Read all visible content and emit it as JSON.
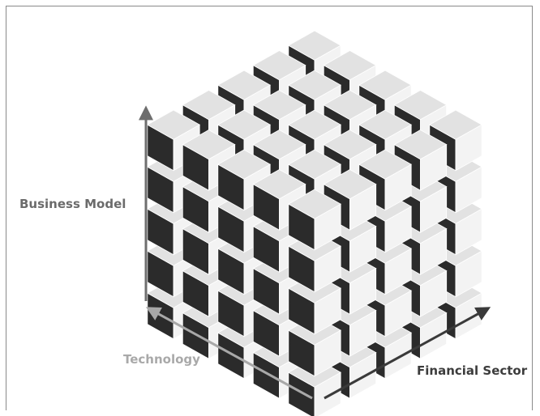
{
  "diagram": {
    "axes": {
      "vertical": "Business Model",
      "left": "Technology",
      "right": "Financial Sector"
    },
    "cube_grid": {
      "rows": 5,
      "cols": 5,
      "layers": 5
    },
    "colors": {
      "top": "#e2e2e2",
      "left_face": "#2b2b2b",
      "right_face": "#f3f3f3",
      "edge": "#ffffff",
      "arrow_vertical": "#6e6e6e",
      "arrow_left": "#a8a8a8",
      "arrow_right": "#3a3a3a"
    }
  }
}
